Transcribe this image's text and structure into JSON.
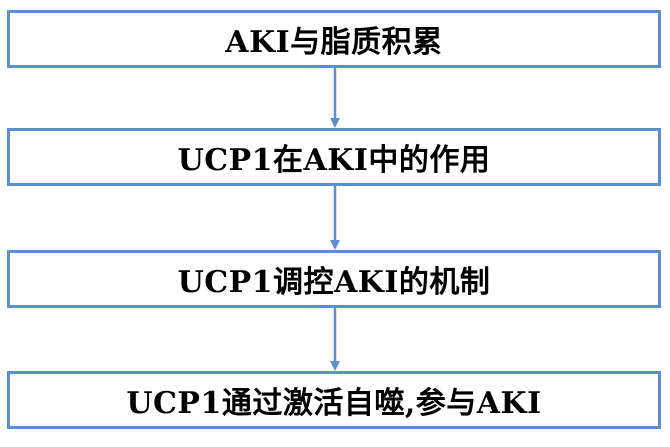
{
  "diagram": {
    "type": "vertical-flowchart",
    "line_color": "#5b8fd0",
    "steps": [
      "AKI与脂质积累",
      "UCP1在AKI中的作用",
      "UCP1调控AKI的机制",
      "UCP1通过激活自噬,参与AKI"
    ],
    "connections": [
      {
        "from": 0,
        "to": 1
      },
      {
        "from": 1,
        "to": 2
      },
      {
        "from": 2,
        "to": 3
      }
    ]
  }
}
